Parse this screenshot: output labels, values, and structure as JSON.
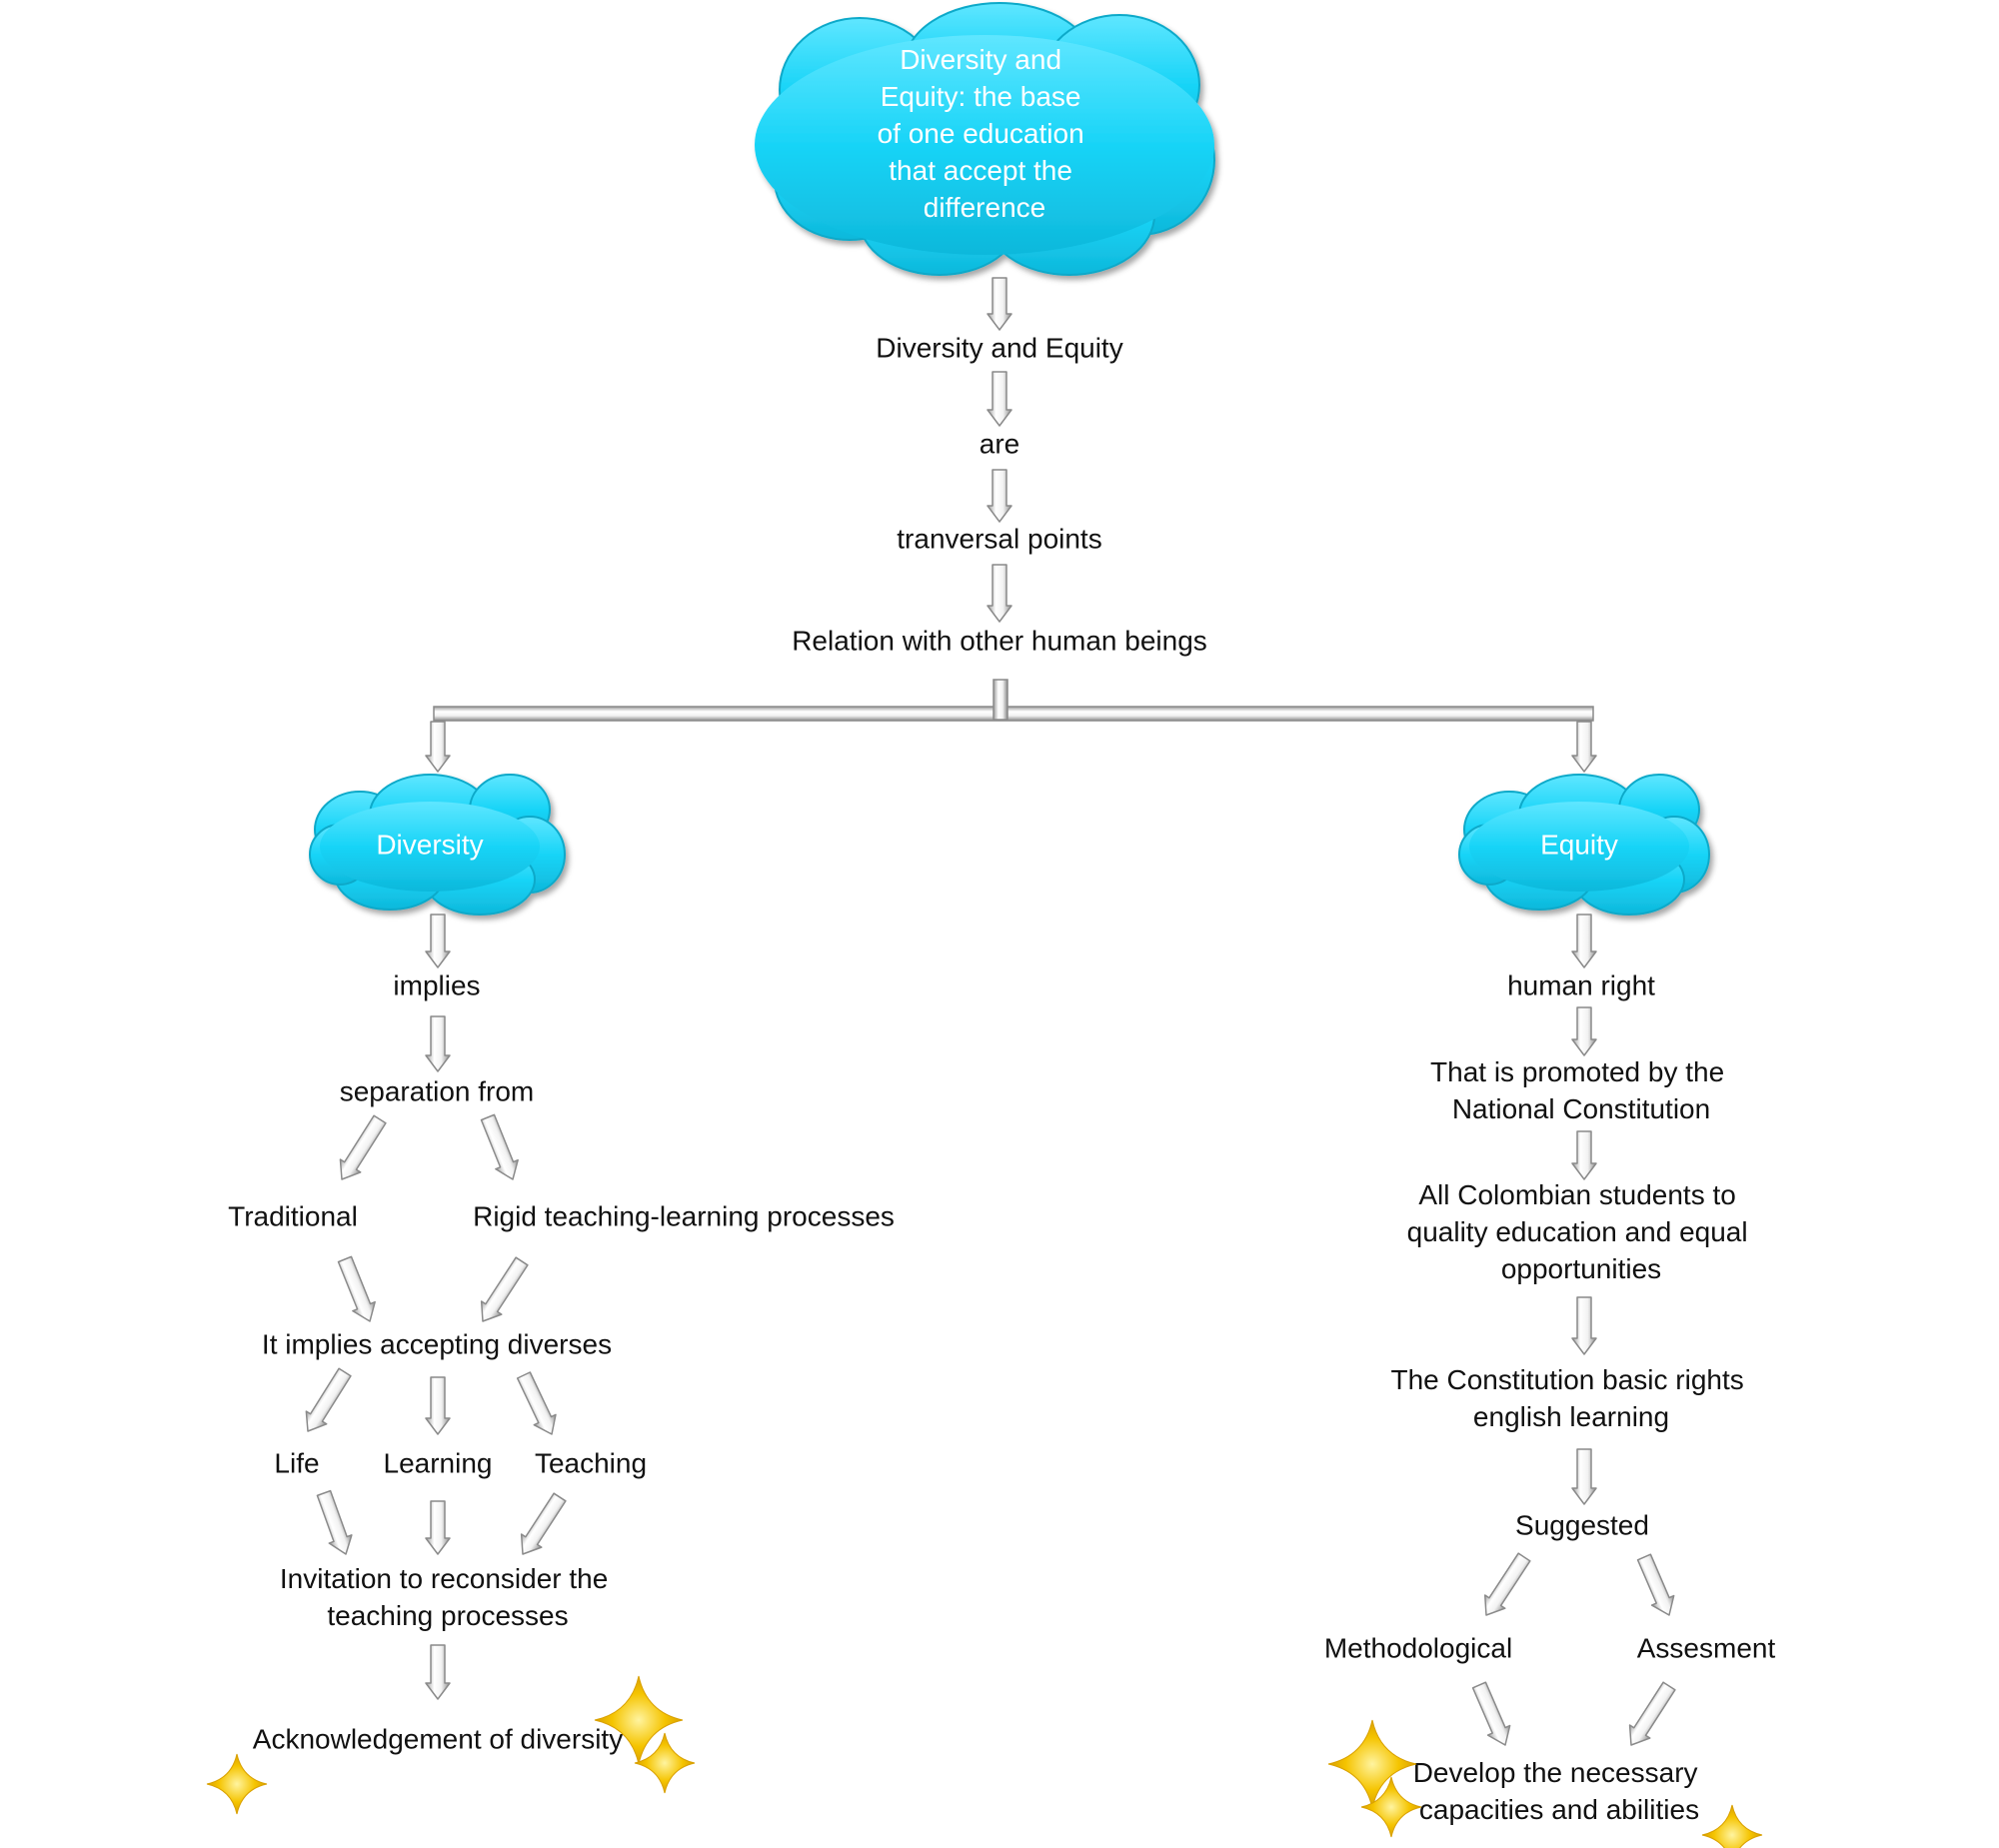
{
  "colors": {
    "cloud_fill": "#18d4f7",
    "cloud_edge": "#0aa9c9",
    "arrow_body": "#e8e8e8",
    "arrow_edge": "#8a8a8a",
    "sparkle": "#f5c400"
  },
  "clouds": {
    "main": [
      "Diversity and",
      "Equity: the base",
      "of one education",
      "that accept the",
      "difference"
    ],
    "diversity": "Diversity",
    "equity": "Equity"
  },
  "center_chain": {
    "diversity_and_equity": "Diversity and Equity",
    "are": "are",
    "tranversal_points": "tranversal points",
    "relation": "Relation with other human beings"
  },
  "left_branch": {
    "implies": "implies",
    "separation_from": "separation from",
    "traditional": "Traditional",
    "rigid": "Rigid teaching-learning processes",
    "accepting_diverses": "It implies accepting diverses",
    "life": "Life",
    "learning": "Learning",
    "teaching": "Teaching",
    "invitation": [
      "Invitation to reconsider the",
      "teaching processes"
    ],
    "acknowledgement": "Acknowledgement of diversity"
  },
  "right_branch": {
    "human_right": "human right",
    "promoted": [
      "That is promoted by the",
      "National Constitution"
    ],
    "colombian_students": [
      "All Colombian students to",
      "quality education and equal",
      "opportunities"
    ],
    "constitution_rights": [
      "The Constitution basic rights",
      "english learning"
    ],
    "suggested": "Suggested",
    "methodological": "Methodological",
    "assesment": "Assesment",
    "develop": [
      "Develop the necessary",
      "capacities and abilities"
    ]
  }
}
